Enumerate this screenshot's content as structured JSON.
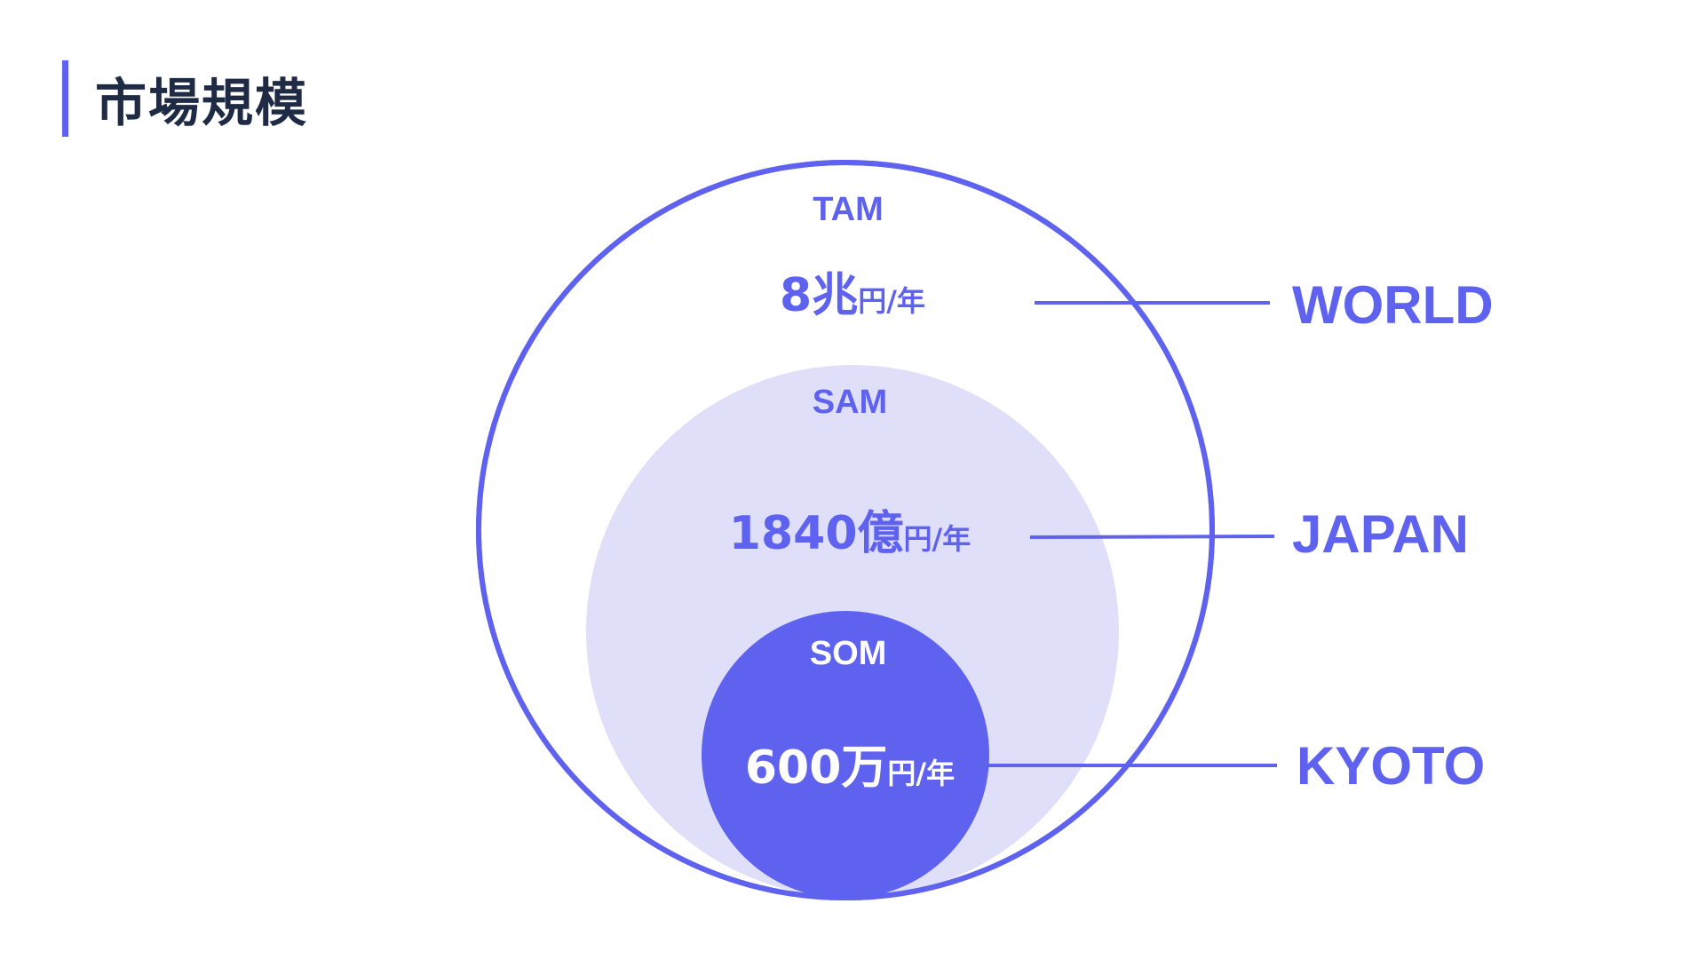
{
  "page": {
    "title": "市場規模"
  },
  "colors": {
    "accent": "#5E62EE",
    "sam_fill": "#DFDFFA",
    "title_text": "#1F2A44",
    "white": "#FFFFFF"
  },
  "markets": {
    "tam": {
      "label": "TAM",
      "amount": "8兆",
      "unit": "円/年",
      "region": "WORLD"
    },
    "sam": {
      "label": "SAM",
      "amount": "1840億",
      "unit": "円/年",
      "region": "JAPAN"
    },
    "som": {
      "label": "SOM",
      "amount": "600万",
      "unit": "円/年",
      "region": "KYOTO"
    }
  }
}
